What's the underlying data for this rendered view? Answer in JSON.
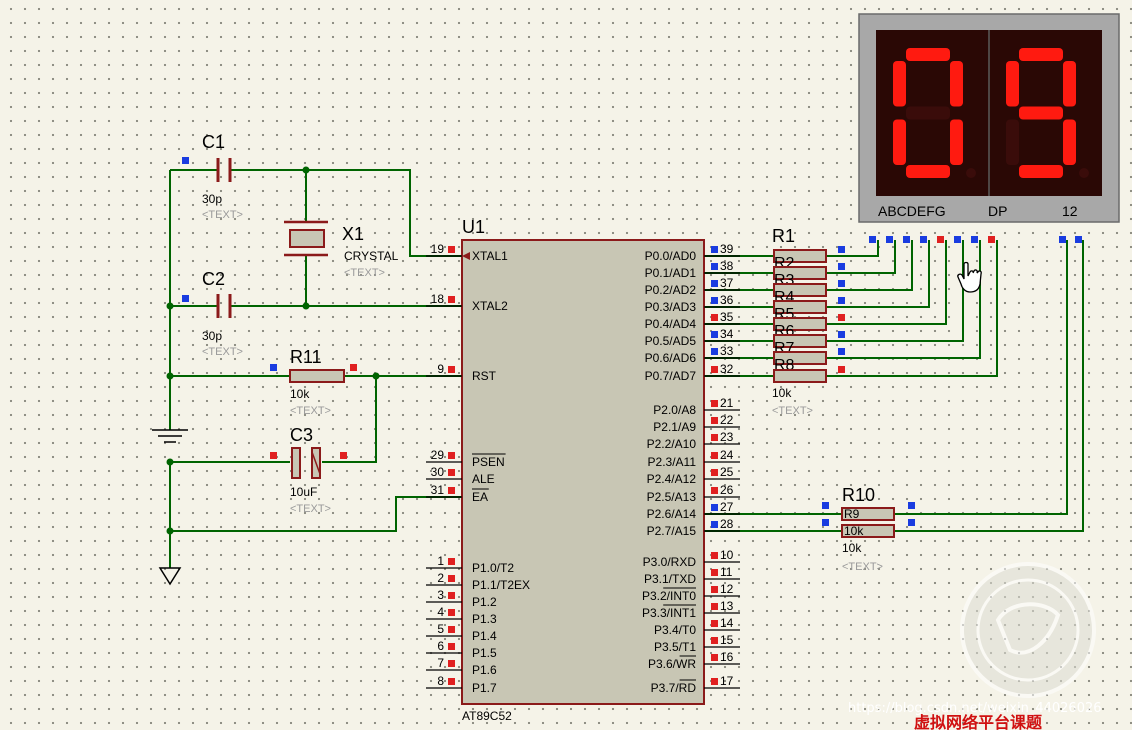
{
  "components": {
    "c1": {
      "ref": "C1",
      "value": "30p",
      "text": "<TEXT>"
    },
    "c2": {
      "ref": "C2",
      "value": "30p",
      "text": "<TEXT>"
    },
    "c3": {
      "ref": "C3",
      "value": "10uF",
      "text": "<TEXT>"
    },
    "x1": {
      "ref": "X1",
      "value": "CRYSTAL",
      "text": "<TEXT>"
    },
    "r11": {
      "ref": "R11",
      "value": "10k",
      "text": "<TEXT>"
    },
    "r1": {
      "ref": "R1",
      "value": "10k",
      "text": "<TEXT>"
    },
    "r10": {
      "ref": "R10",
      "value": "10k",
      "text": "<TEXT>"
    },
    "resistors": [
      "R2",
      "R3",
      "R4",
      "R5",
      "R6",
      "R7",
      "R8"
    ],
    "r9_label": "R9",
    "r9_value": "10k"
  },
  "mcu": {
    "ref": "U1",
    "part": "AT89C52",
    "text": "<TEXT>",
    "left_pins": [
      {
        "num": "19",
        "name": "XTAL1"
      },
      {
        "num": "18",
        "name": "XTAL2"
      },
      {
        "num": "9",
        "name": "RST"
      },
      {
        "num": "29",
        "name": "PSEN"
      },
      {
        "num": "30",
        "name": "ALE"
      },
      {
        "num": "31",
        "name": "EA"
      },
      {
        "num": "1",
        "name": "P1.0/T2"
      },
      {
        "num": "2",
        "name": "P1.1/T2EX"
      },
      {
        "num": "3",
        "name": "P1.2"
      },
      {
        "num": "4",
        "name": "P1.3"
      },
      {
        "num": "5",
        "name": "P1.4"
      },
      {
        "num": "6",
        "name": "P1.5"
      },
      {
        "num": "7",
        "name": "P1.6"
      },
      {
        "num": "8",
        "name": "P1.7"
      }
    ],
    "right_pins": [
      {
        "num": "39",
        "name": "P0.0/AD0"
      },
      {
        "num": "38",
        "name": "P0.1/AD1"
      },
      {
        "num": "37",
        "name": "P0.2/AD2"
      },
      {
        "num": "36",
        "name": "P0.3/AD3"
      },
      {
        "num": "35",
        "name": "P0.4/AD4"
      },
      {
        "num": "34",
        "name": "P0.5/AD5"
      },
      {
        "num": "33",
        "name": "P0.6/AD6"
      },
      {
        "num": "32",
        "name": "P0.7/AD7"
      },
      {
        "num": "21",
        "name": "P2.0/A8"
      },
      {
        "num": "22",
        "name": "P2.1/A9"
      },
      {
        "num": "23",
        "name": "P2.2/A10"
      },
      {
        "num": "24",
        "name": "P2.3/A11"
      },
      {
        "num": "25",
        "name": "P2.4/A12"
      },
      {
        "num": "26",
        "name": "P2.5/A13"
      },
      {
        "num": "27",
        "name": "P2.6/A14"
      },
      {
        "num": "28",
        "name": "P2.7/A15"
      },
      {
        "num": "10",
        "name": "P3.0/RXD"
      },
      {
        "num": "11",
        "name": "P3.1/TXD"
      },
      {
        "num": "12",
        "name": "P3.2/INT0"
      },
      {
        "num": "13",
        "name": "P3.3/INT1"
      },
      {
        "num": "14",
        "name": "P3.4/T0"
      },
      {
        "num": "15",
        "name": "P3.5/T1"
      },
      {
        "num": "16",
        "name": "P3.6/WR"
      },
      {
        "num": "17",
        "name": "P3.7/RD"
      }
    ]
  },
  "display": {
    "digits": [
      "0",
      "9"
    ],
    "segment_label": "ABCDEFG",
    "dp_label": "DP",
    "common_label": "12",
    "segment_color": "#ff1a10",
    "off_color": "#3a0c0a"
  },
  "colors": {
    "wire": "#006400",
    "part_fill": "#c8c6b4",
    "part_border": "#8b1a1a",
    "pin_red": "#e02020",
    "pin_blue": "#1a3ce0"
  },
  "watermark": {
    "url": "https://blog.csdn.net/weixin_44026026",
    "caption": "虚拟网络平台课题"
  }
}
